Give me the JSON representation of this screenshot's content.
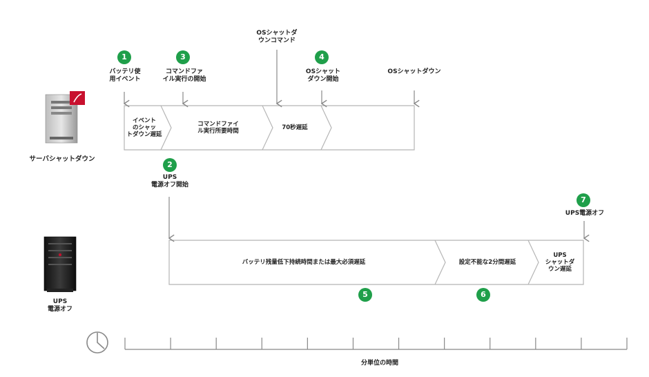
{
  "top_labels": {
    "os_shutdown_command": "OSシャットダ\nウンコマンド",
    "battery_event": "バッテリ使\n用イベント",
    "cmd_file_start": "コマンドファ\nイル実行の開始",
    "os_shutdown_start": "OSシャット\nダウン開始",
    "os_shutdown": "OSシャットダウン"
  },
  "server": {
    "caption": "サーバシャットダウン"
  },
  "server_segments": [
    "イベント\nのシャッ\nトダウン遅延",
    "コマンドファイ\nル実行所要時間",
    "70秒遅延"
  ],
  "ups_start_label": "UPS\n電源オフ開始",
  "ups_off_label": "UPS電源オフ",
  "ups_segments": [
    "バッテリ残量低下持続時間または最大必須遅延",
    "設定不能な2分間遅延",
    "UPS\nシャットダ\nウン遅延"
  ],
  "ups_device": {
    "caption": "UPS\n電源オフ"
  },
  "badges": [
    "1",
    "2",
    "3",
    "4",
    "5",
    "6",
    "7"
  ],
  "axis": {
    "label": "分単位の時間",
    "tick_count": 12
  },
  "icons": {
    "clock": "clock-icon",
    "server": "server-icon",
    "ups": "ups-icon"
  },
  "colors": {
    "badge": "#1f9f4a",
    "line": "#999999",
    "server_accent": "#c8102e"
  }
}
